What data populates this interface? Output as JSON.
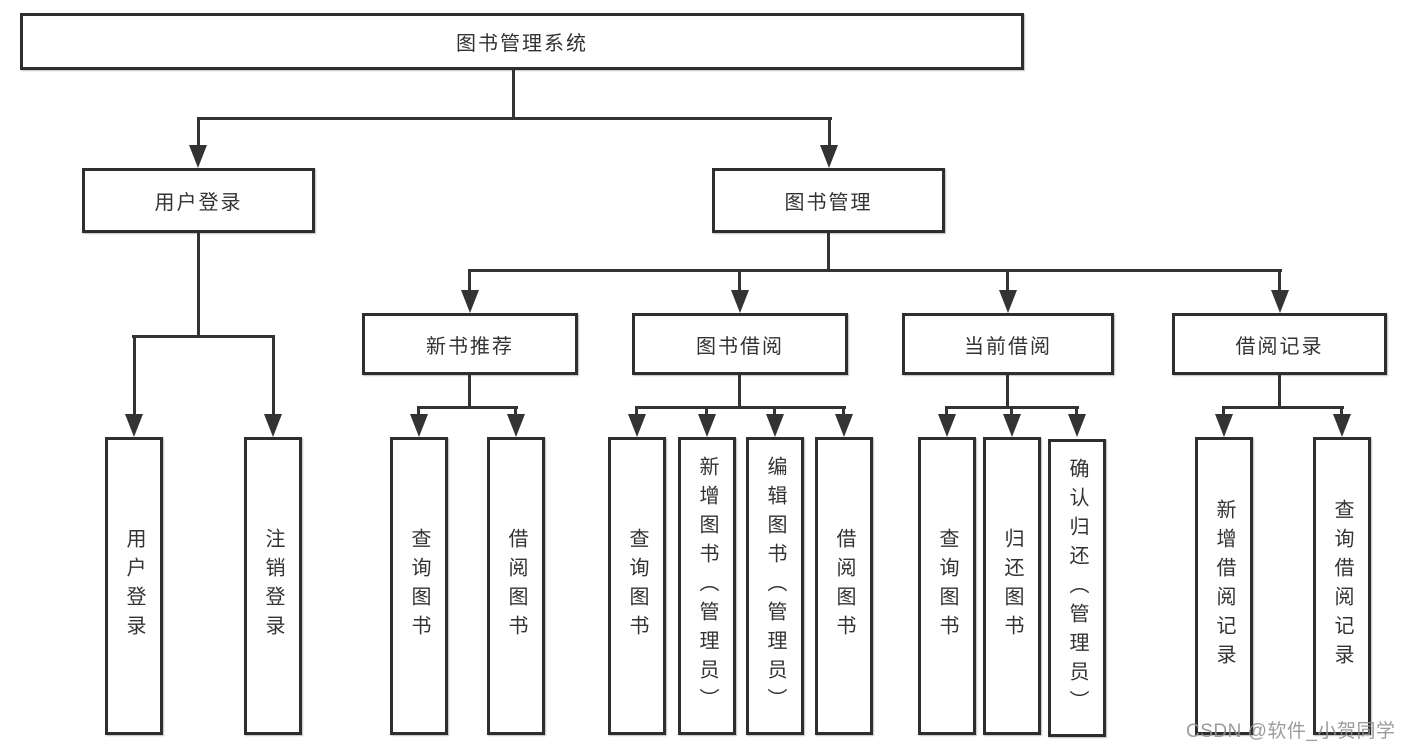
{
  "diagram_type": "hierarchy-tree",
  "colors": {
    "background": "#ffffff",
    "box_border": "#2e2e2e",
    "line": "#333333",
    "text": "#333333",
    "watermark": "#919191"
  },
  "nodes": {
    "root": {
      "label": "图书管理系统"
    },
    "user_login": {
      "label": "用户登录"
    },
    "book_management": {
      "label": "图书管理"
    },
    "new_book_recommendation": {
      "label": "新书推荐"
    },
    "book_borrowing": {
      "label": "图书借阅"
    },
    "current_borrowing": {
      "label": "当前借阅"
    },
    "borrowing_records": {
      "label": "借阅记录"
    },
    "leaf_user_login": {
      "label": "用户登录"
    },
    "leaf_logout": {
      "label": "注销登录"
    },
    "nbr_query_books": {
      "label": "查询图书"
    },
    "nbr_borrow_books": {
      "label": "借阅图书"
    },
    "bb_query_books": {
      "label": "查询图书"
    },
    "bb_add_books": {
      "label": "新增图书（管理员）"
    },
    "bb_edit_books": {
      "label": "编辑图书（管理员）"
    },
    "bb_borrow_books": {
      "label": "借阅图书"
    },
    "cb_query_books": {
      "label": "查询图书"
    },
    "cb_return_books": {
      "label": "归还图书"
    },
    "cb_confirm_return": {
      "label": "确认归还（管理员）"
    },
    "br_add_record": {
      "label": "新增借阅记录"
    },
    "br_query_record": {
      "label": "查询借阅记录"
    }
  },
  "hierarchy": {
    "图书管理系统": {
      "用户登录": [
        "用户登录",
        "注销登录"
      ],
      "图书管理": {
        "新书推荐": [
          "查询图书",
          "借阅图书"
        ],
        "图书借阅": [
          "查询图书",
          "新增图书（管理员）",
          "编辑图书（管理员）",
          "借阅图书"
        ],
        "当前借阅": [
          "查询图书",
          "归还图书",
          "确认归还（管理员）"
        ],
        "借阅记录": [
          "新增借阅记录",
          "查询借阅记录"
        ]
      }
    }
  },
  "watermark": {
    "text": "CSDN @软件_小贺同学"
  }
}
